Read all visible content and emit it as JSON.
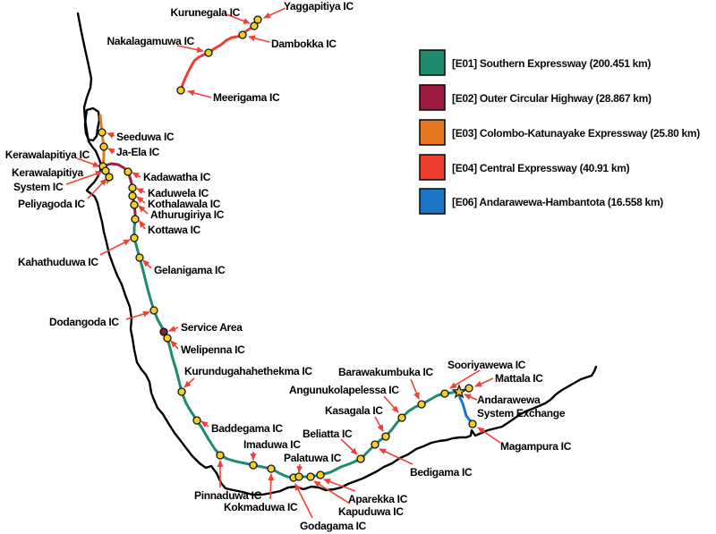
{
  "legend": {
    "items": [
      {
        "id": "E01",
        "label": "[E01] Southern Expressway (200.451 km)",
        "color": "#1f8a6d"
      },
      {
        "id": "E02",
        "label": "[E02] Outer Circular Highway (28.867 km)",
        "color": "#9c1b41"
      },
      {
        "id": "E03",
        "label": "[E03] Colombo-Katunayake Expressway (25.80 km)",
        "color": "#e4771f"
      },
      {
        "id": "E04",
        "label": "[E04] Central Expressway (40.91 km)",
        "color": "#ee3e32"
      },
      {
        "id": "E06",
        "label": "[E06] Andarawewa-Hambantota (16.558 km)",
        "color": "#1b76c5"
      }
    ]
  },
  "map": {
    "dot_color": "#f2cf25",
    "dot_border_color": "#111111",
    "arrow_color": "#ef4136",
    "coast_color": "#000000",
    "service_area": {
      "dot_color": "#7c2336",
      "label_color": "#9b6a52"
    },
    "labels": {
      "yaggapitiya": "Yaggapitiya IC",
      "kurunegala": "Kurunegala IC",
      "dambokka": "Dambokka IC",
      "nakalagamuwa": "Nakalagamuwa IC",
      "meerigama": "Meerigama IC",
      "seeduwa": "Seeduwa IC",
      "ja_ela": "Ja-Ela IC",
      "kerawalapitiya": "Kerawalapitiya IC",
      "kerawalapitiya_system_line1": "Kerawalapitiya",
      "kerawalapitiya_system_line2": "System IC",
      "peliyagoda": "Peliyagoda IC",
      "kadawatha": "Kadawatha IC",
      "kaduwela": "Kaduwela IC",
      "kothalawala": "Kothalawala IC",
      "athurugiriya": "Athurugiriya IC",
      "kottawa": "Kottawa IC",
      "kahathuduwa": "Kahathuduwa IC",
      "gelanigama": "Gelanigama IC",
      "dodangoda": "Dodangoda IC",
      "service_area": "Service Area",
      "welipenna": "Welipenna IC",
      "kurundugahahethekma": "Kurundugahahethekma IC",
      "baddegama": "Baddegama IC",
      "imaduwa": "Imaduwa IC",
      "pinnaduwa": "Pinnaduwa IC",
      "kokmaduwa": "Kokmaduwa IC",
      "godagama": "Godagama IC",
      "palatuwa": "Palatuwa IC",
      "kapuduwa": "Kapuduwa IC",
      "aparekka": "Aparekka IC",
      "beliatta": "Beliatta IC",
      "kasagala": "Kasagala IC",
      "angunukolapelessa": "Angunukolapelessa IC",
      "barawakumbuka": "Barawakumbuka IC",
      "bedigama": "Bedigama IC",
      "sooriyawewa": "Sooriyawewa IC",
      "mattala": "Mattala IC",
      "andarawewa_line1": "Andarawewa",
      "andarawewa_line2": "System Exchange",
      "magampura": "Magampura IC"
    }
  }
}
